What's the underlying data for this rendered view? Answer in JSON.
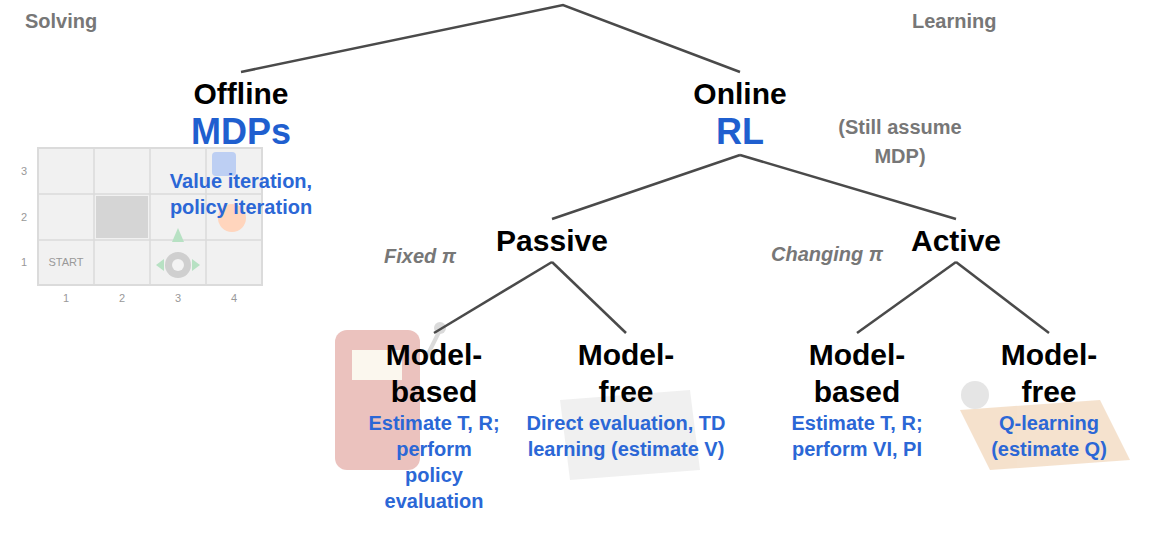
{
  "diagram": {
    "nodes": [
      {
        "text": [
          "Offline",
          "MDPs",
          "Value iteration, policy iteration"
        ]
      },
      {
        "text": [
          "Online",
          "RL",
          "(Still assume MDP)"
        ]
      },
      {
        "text": [
          "Passive",
          "Fixed π"
        ]
      },
      {
        "text": [
          "Active",
          "Changing π"
        ]
      },
      {
        "text": [
          "Model- based",
          "Estimate T, R; perform policy evaluation"
        ]
      },
      {
        "text": [
          "Model- free",
          "Direct evaluation, TD learning (estimate V)"
        ]
      },
      {
        "text": [
          "Model- based",
          "Estimate T, R; perform VI, PI"
        ]
      },
      {
        "text": [
          "Model- free",
          "Q-learning (estimate Q)"
        ]
      }
    ],
    "edges": [
      {
        "from": 0,
        "to": 1,
        "arrow": "none"
      },
      {
        "from": 1,
        "to": 2,
        "arrow": "none"
      },
      {
        "from": 1,
        "to": 3,
        "arrow": "none"
      },
      {
        "from": 2,
        "to": 4,
        "arrow": "none"
      },
      {
        "from": 2,
        "to": 5,
        "arrow": "none"
      },
      {
        "from": 3,
        "to": 6,
        "arrow": "none"
      },
      {
        "from": 3,
        "to": 7,
        "arrow": "none"
      }
    ],
    "labels": [
      "Solving",
      "Learning",
      "3",
      "2",
      "1",
      "1",
      "2",
      "3",
      "4",
      "START"
    ]
  }
}
